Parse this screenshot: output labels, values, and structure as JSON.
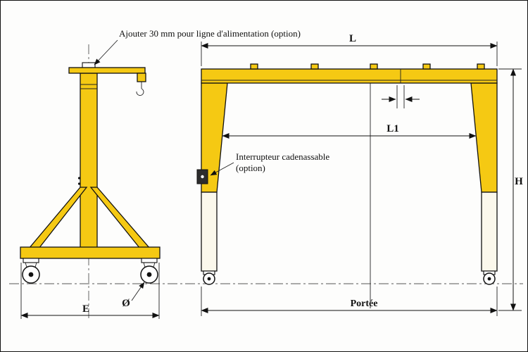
{
  "diagram": {
    "title": "Gantry crane dimensional drawing (portique)",
    "type": "technical-diagram",
    "views": [
      "side-view",
      "front-view"
    ]
  },
  "colors": {
    "frame_yellow": "#F5C913",
    "pale_leg": "#FBF8EC",
    "line_black": "#111111",
    "background": "#FDFDFC"
  },
  "labels": {
    "power_line_note": "Ajouter 30 mm pour ligne d'alimentation (option)",
    "switch_note_line1": "Interrupteur cadenassable",
    "switch_note_line2": "(option)",
    "dim_L": "L",
    "dim_L1": "L1",
    "dim_H": "H",
    "dim_E": "E",
    "dim_diameter": "Ø",
    "dim_span": "Portée"
  }
}
